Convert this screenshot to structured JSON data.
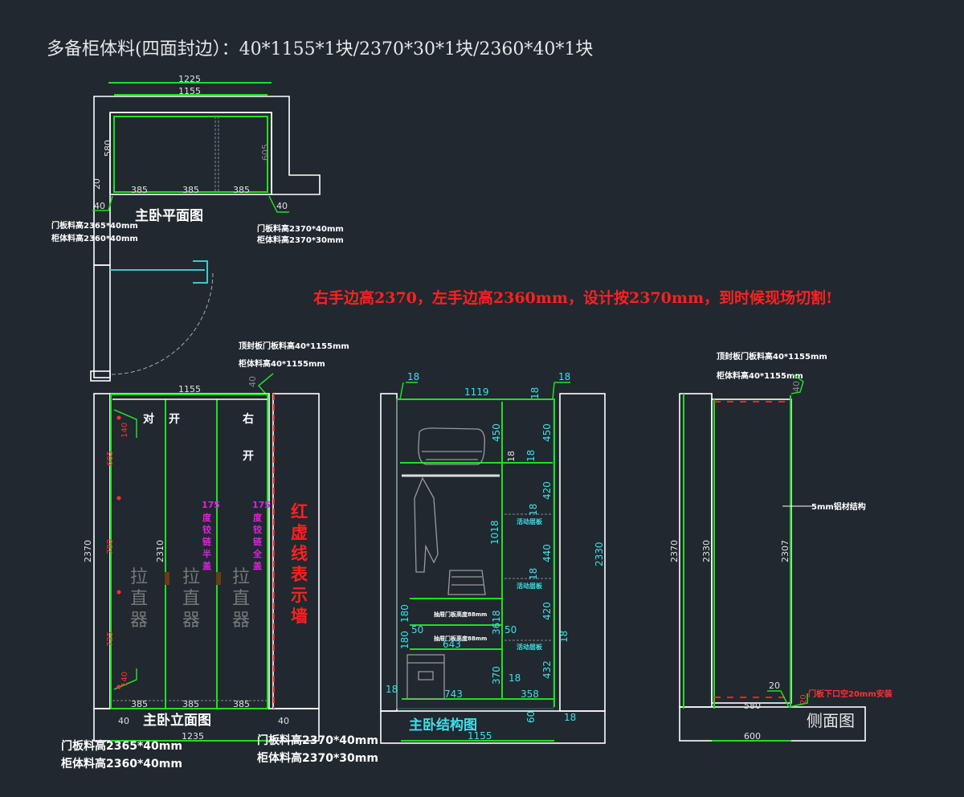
{
  "title": "多备柜体料(四面封边）：40*1155*1块/2370*30*1块/2360*40*1块",
  "note": "右手边高2370，左手边高2360mm，设计按2370mm，到时候现场切割!",
  "plan": {
    "label": "主卧平面图",
    "dims": {
      "overall": "1225",
      "inner": "1155",
      "depth_left": "580",
      "depth_right": "605",
      "side_gap": "20",
      "seg1": "385",
      "seg2": "385",
      "seg3": "385",
      "left_edge": "40",
      "right_edge": "40"
    },
    "left_callout": [
      "门板料高2365*40mm",
      "柜体料高2360*40mm"
    ],
    "right_callout": [
      "门板料高2370*40mm",
      "柜体料高2370*30mm"
    ]
  },
  "elevation": {
    "label": "主卧立面图",
    "top_callout": [
      "顶封板门板料高40*1155mm",
      "柜体料高40*1155mm"
    ],
    "dims": {
      "width": "1155",
      "height": "2370",
      "door_height": "2310",
      "bottom": "1235",
      "seg1": "385",
      "seg2": "385",
      "seg3": "385",
      "left_edge": "40",
      "right_edge": "40",
      "top_edge": "40"
    },
    "hinge_dims": [
      "140",
      "605",
      "780",
      "725",
      "140"
    ],
    "door_left_text": [
      "对",
      "开"
    ],
    "door_right_text": [
      "右",
      "开"
    ],
    "hinge_note_1": [
      "175",
      "度",
      "铰",
      "链",
      "半",
      "盖"
    ],
    "hinge_note_2": [
      "175",
      "度",
      "铰",
      "链",
      "全",
      "盖"
    ],
    "straightener": [
      "拉",
      "直",
      "器"
    ],
    "wall_note": [
      "红",
      "虚",
      "线",
      "表",
      "示",
      "墙"
    ],
    "bottom_callout_left": [
      "门板料高2365*40mm",
      "柜体料高2360*40mm"
    ],
    "bottom_callout_right": [
      "门板料高2370*40mm",
      "柜体料高2370*30mm"
    ]
  },
  "structure": {
    "label": "主卧结构图",
    "dims": {
      "inner_width": "1119",
      "left_thick": "18",
      "right_thick": "18",
      "top_18": "18",
      "h450a": "450",
      "h450b": "450",
      "s18a": "18",
      "s18b": "18",
      "h1018": "1018",
      "h420a": "420",
      "h440": "440",
      "h420b": "420",
      "h432": "432",
      "h2330": "2330",
      "d180a": "180",
      "d180b": "180",
      "d50a": "50",
      "d50b": "50",
      "w643": "643",
      "h3618": "3618",
      "h370": "370",
      "b18": "18",
      "w743": "743",
      "w358": "358",
      "bl18": "18",
      "br18": "18",
      "b60": "60",
      "total": "1155",
      "r18a": "18",
      "r18b": "18",
      "r18c": "18"
    },
    "drawer_labels": [
      "抽屉门板高度88mm",
      "抽屉门板高度88mm"
    ],
    "shelf_labels": [
      "活动层板",
      "活动层板",
      "活动层板"
    ]
  },
  "side": {
    "label": "侧面图",
    "top_callout": [
      "顶封板门板料高40*1155mm",
      "柜体料高40*1155mm"
    ],
    "dims": {
      "height": "2370",
      "h2330": "2330",
      "h2307": "2307",
      "top_40": "40",
      "gap20": "20",
      "gap20v": "20",
      "depth580": "580",
      "depth600": "600"
    },
    "frame_note": "5mm铝材结构",
    "door_gap_note": "门板下口空20mm安装"
  },
  "colors": {
    "background": "#212830",
    "dimension": "#1fe01f",
    "warning": "#ff2020",
    "cyan": "#3fe0e6",
    "magenta": "#e020e0"
  }
}
